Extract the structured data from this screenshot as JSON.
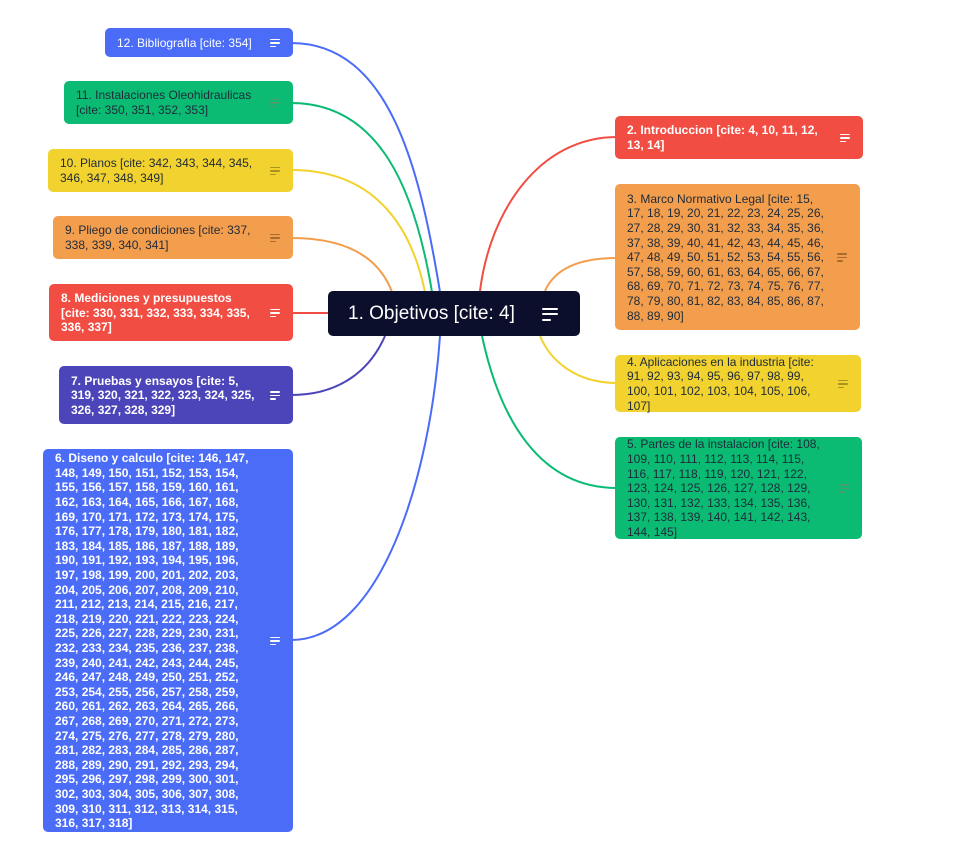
{
  "root": {
    "label": "1. Objetivos [cite: 4]"
  },
  "nodes": {
    "n12": "12. Bibliografia [cite: 354]",
    "n11": "11. Instalaciones Oleohidraulicas [cite: 350, 351, 352, 353]",
    "n10": "10. Planos [cite: 342, 343, 344, 345, 346, 347, 348, 349]",
    "n9": "9. Pliego de condiciones [cite: 337, 338, 339, 340, 341]",
    "n8": "8. Mediciones y presupuestos [cite: 330, 331, 332, 333, 334, 335, 336, 337]",
    "n7": "7. Pruebas y ensayos [cite: 5, 319, 320, 321, 322, 323, 324, 325, 326, 327, 328, 329]",
    "n6": "6. Diseno y calculo [cite: 146, 147, 148, 149, 150, 151, 152, 153, 154, 155, 156, 157, 158, 159, 160, 161, 162, 163, 164, 165, 166, 167, 168, 169, 170, 171, 172, 173, 174, 175, 176, 177, 178, 179, 180, 181, 182, 183, 184, 185, 186, 187, 188, 189, 190, 191, 192, 193, 194, 195, 196, 197, 198, 199, 200, 201, 202, 203, 204, 205, 206, 207, 208, 209, 210, 211, 212, 213, 214, 215, 216, 217, 218, 219, 220, 221, 222, 223, 224, 225, 226, 227, 228, 229, 230, 231, 232, 233, 234, 235, 236, 237, 238, 239, 240, 241, 242, 243, 244, 245, 246, 247, 248, 249, 250, 251, 252, 253, 254, 255, 256, 257, 258, 259, 260, 261, 262, 263, 264, 265, 266, 267, 268, 269, 270, 271, 272, 273, 274, 275, 276, 277, 278, 279, 280, 281, 282, 283, 284, 285, 286, 287, 288, 289, 290, 291, 292, 293, 294, 295, 296, 297, 298, 299, 300, 301, 302, 303, 304, 305, 306, 307, 308, 309, 310, 311, 312, 313, 314, 315, 316, 317, 318]",
    "n2": "2. Introduccion [cite: 4, 10, 11, 12, 13, 14]",
    "n3": "3. Marco Normativo Legal [cite: 15, 17, 18, 19, 20, 21, 22, 23, 24, 25, 26, 27, 28, 29, 30, 31, 32, 33, 34, 35, 36, 37, 38, 39, 40, 41, 42, 43, 44, 45, 46, 47, 48, 49, 50, 51, 52, 53, 54, 55, 56, 57, 58, 59, 60, 61, 63, 64, 65, 66, 67, 68, 69, 70, 71, 72, 73, 74, 75, 76, 77, 78, 79, 80, 81, 82, 83, 84, 85, 86, 87, 88, 89, 90]",
    "n4": "4. Aplicaciones en la industria [cite: 91, 92, 93, 94, 95, 96, 97, 98, 99, 100, 101, 102, 103, 104, 105, 106, 107]",
    "n5": "5. Partes de la instalacion [cite: 108, 109, 110, 111, 112, 113, 114, 115, 116, 117, 118, 119, 120, 121, 122, 123, 124, 125, 126, 127, 128, 129, 130, 131, 132, 133, 134, 135, 136, 137, 138, 139, 140, 141, 142, 143, 144, 145]"
  },
  "colors": {
    "blue": "#4a6cf7",
    "green": "#0bbb73",
    "yellow": "#f2d22e",
    "orange": "#f39e4c",
    "red": "#f24d43",
    "indigo": "#4c45b9",
    "root": "#0b0f2b"
  },
  "icons": {
    "note": "notes-icon"
  }
}
